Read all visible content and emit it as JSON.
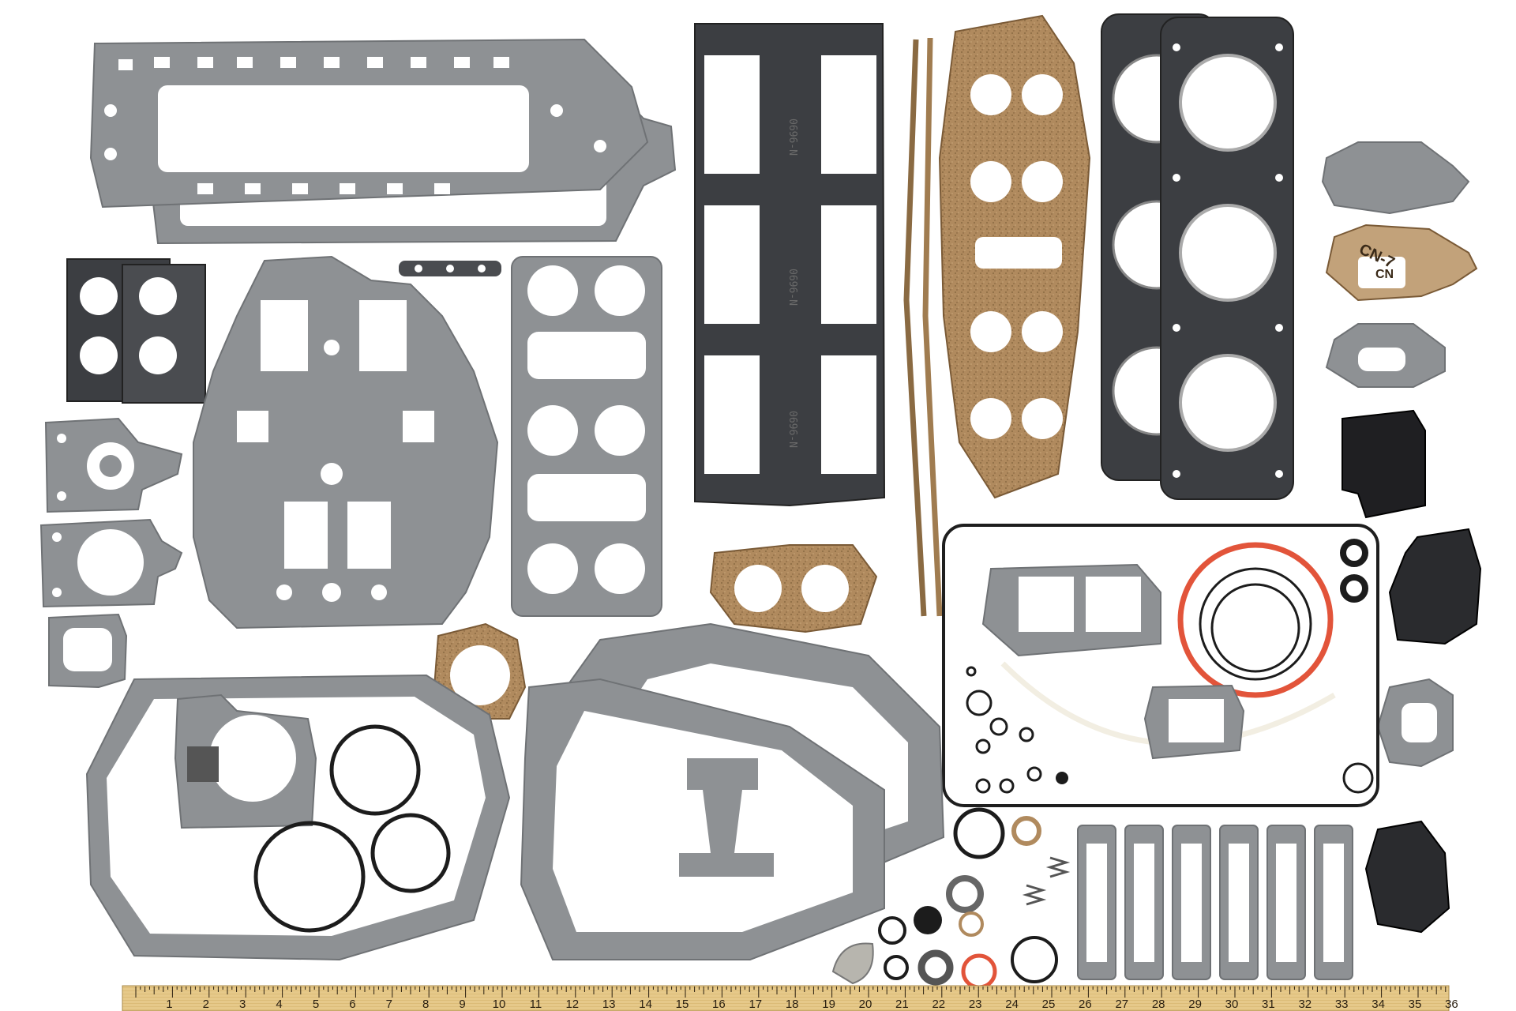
{
  "photo": {
    "subject": "Outboard motor powerhead gasket kit laid out on white background"
  },
  "colors": {
    "background": "#ffffff",
    "fiber_gasket": "#8e9194",
    "fiber_edge": "#6f7275",
    "cork_gasket": "#b08a5e",
    "cork_edge": "#7a5a36",
    "black_gasket": "#3c3e42",
    "rubber_black": "#1c1c1c",
    "silicone_orange": "#e2543a",
    "clear_tube": "#f2eee2",
    "ruler_wood": "#e6c98a",
    "ruler_marks": "#2a1f10"
  },
  "ruler": {
    "numbers": [
      "1",
      "2",
      "3",
      "4",
      "5",
      "6",
      "7",
      "8",
      "9",
      "10",
      "11",
      "12",
      "13",
      "14",
      "15",
      "16",
      "17",
      "18",
      "19",
      "20",
      "21",
      "22",
      "23",
      "24",
      "25",
      "26",
      "27",
      "28",
      "29",
      "30",
      "31",
      "32",
      "33",
      "34",
      "35",
      "36"
    ]
  },
  "printed_text": {
    "intake_stamp": "0696-N",
    "fuel_pump_gasket_text": "CN-7",
    "fuel_pump_gasket_text_2": "CN"
  }
}
